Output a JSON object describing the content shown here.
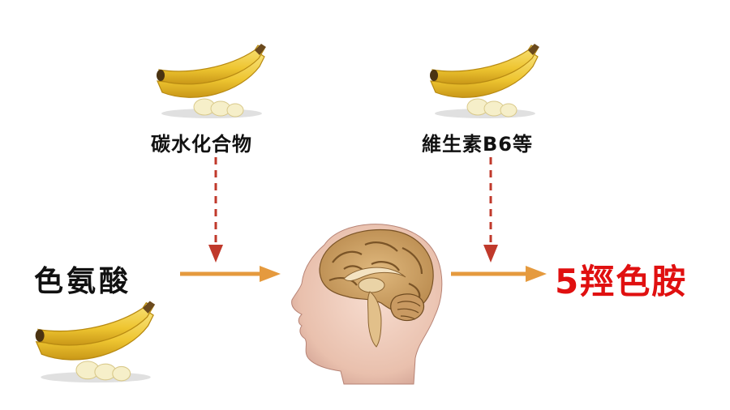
{
  "labels": {
    "carbohydrate": "碳水化合物",
    "vitamin": "維生素B6等",
    "tryptophan": "色氨酸",
    "serotonin": "5羥色胺"
  },
  "colors": {
    "arrow": "#E59A3E",
    "dashed_arrow": "#C0392B",
    "serotonin_text": "#E01010",
    "banana_yellow": "#F2CE3A",
    "banana_edge": "#B88A12",
    "brain_fold": "#B98A4E",
    "skin": "#EDC9B8"
  },
  "icons": [
    "banana-icon",
    "brain-head-icon"
  ]
}
